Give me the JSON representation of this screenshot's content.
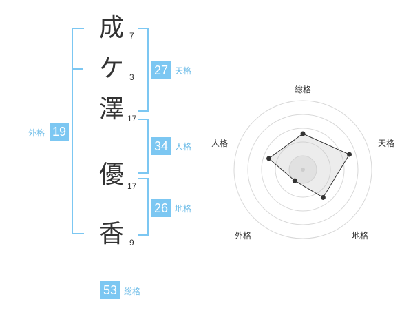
{
  "accent_color": "#7cc7f2",
  "badge_color": "#7cc7f2",
  "name": {
    "characters": [
      {
        "char": "成",
        "strokes": "7"
      },
      {
        "char": "ケ",
        "strokes": "3"
      },
      {
        "char": "澤",
        "strokes": "17"
      },
      {
        "char": "優",
        "strokes": "17"
      },
      {
        "char": "香",
        "strokes": "9"
      }
    ]
  },
  "kakusu": {
    "tenkaku": {
      "value": "27",
      "label": "天格"
    },
    "jinkaku": {
      "value": "34",
      "label": "人格"
    },
    "chikaku": {
      "value": "26",
      "label": "地格"
    },
    "gaikaku": {
      "value": "19",
      "label": "外格"
    },
    "soukaku": {
      "value": "53",
      "label": "総格"
    }
  },
  "radar": {
    "axes": [
      "総格",
      "天格",
      "地格",
      "外格",
      "人格"
    ],
    "values": [
      0.52,
      0.71,
      0.5,
      0.2,
      0.52
    ],
    "ring_count": 5
  }
}
